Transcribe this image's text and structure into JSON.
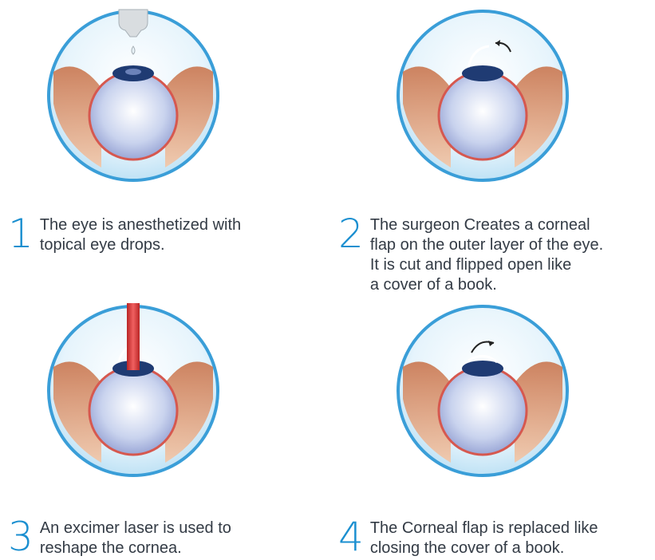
{
  "steps": [
    {
      "number": "1",
      "lines": [
        "The eye is anesthetized with",
        "topical eye drops."
      ]
    },
    {
      "number": "2",
      "lines": [
        "The surgeon Creates a corneal",
        "flap on the outer layer of the eye.",
        "It is cut and flipped open like",
        "a cover of a book."
      ]
    },
    {
      "number": "3",
      "lines": [
        "An excimer laser is used to",
        "reshape the cornea."
      ]
    },
    {
      "number": "4",
      "lines": [
        "The Corneal flap is replaced like",
        "closing the cover of a book."
      ]
    }
  ],
  "colors": {
    "accent": "#1b8fd0",
    "circle_edge": "#3a9ed8",
    "circle_fill": "#dff1fb",
    "laser": "#e53b3b",
    "skin": "#e8a27a",
    "iris": "#1f3b73"
  },
  "icons": [
    "eye-dropper-icon",
    "curved-arrow-icon",
    "laser-beam-icon"
  ]
}
